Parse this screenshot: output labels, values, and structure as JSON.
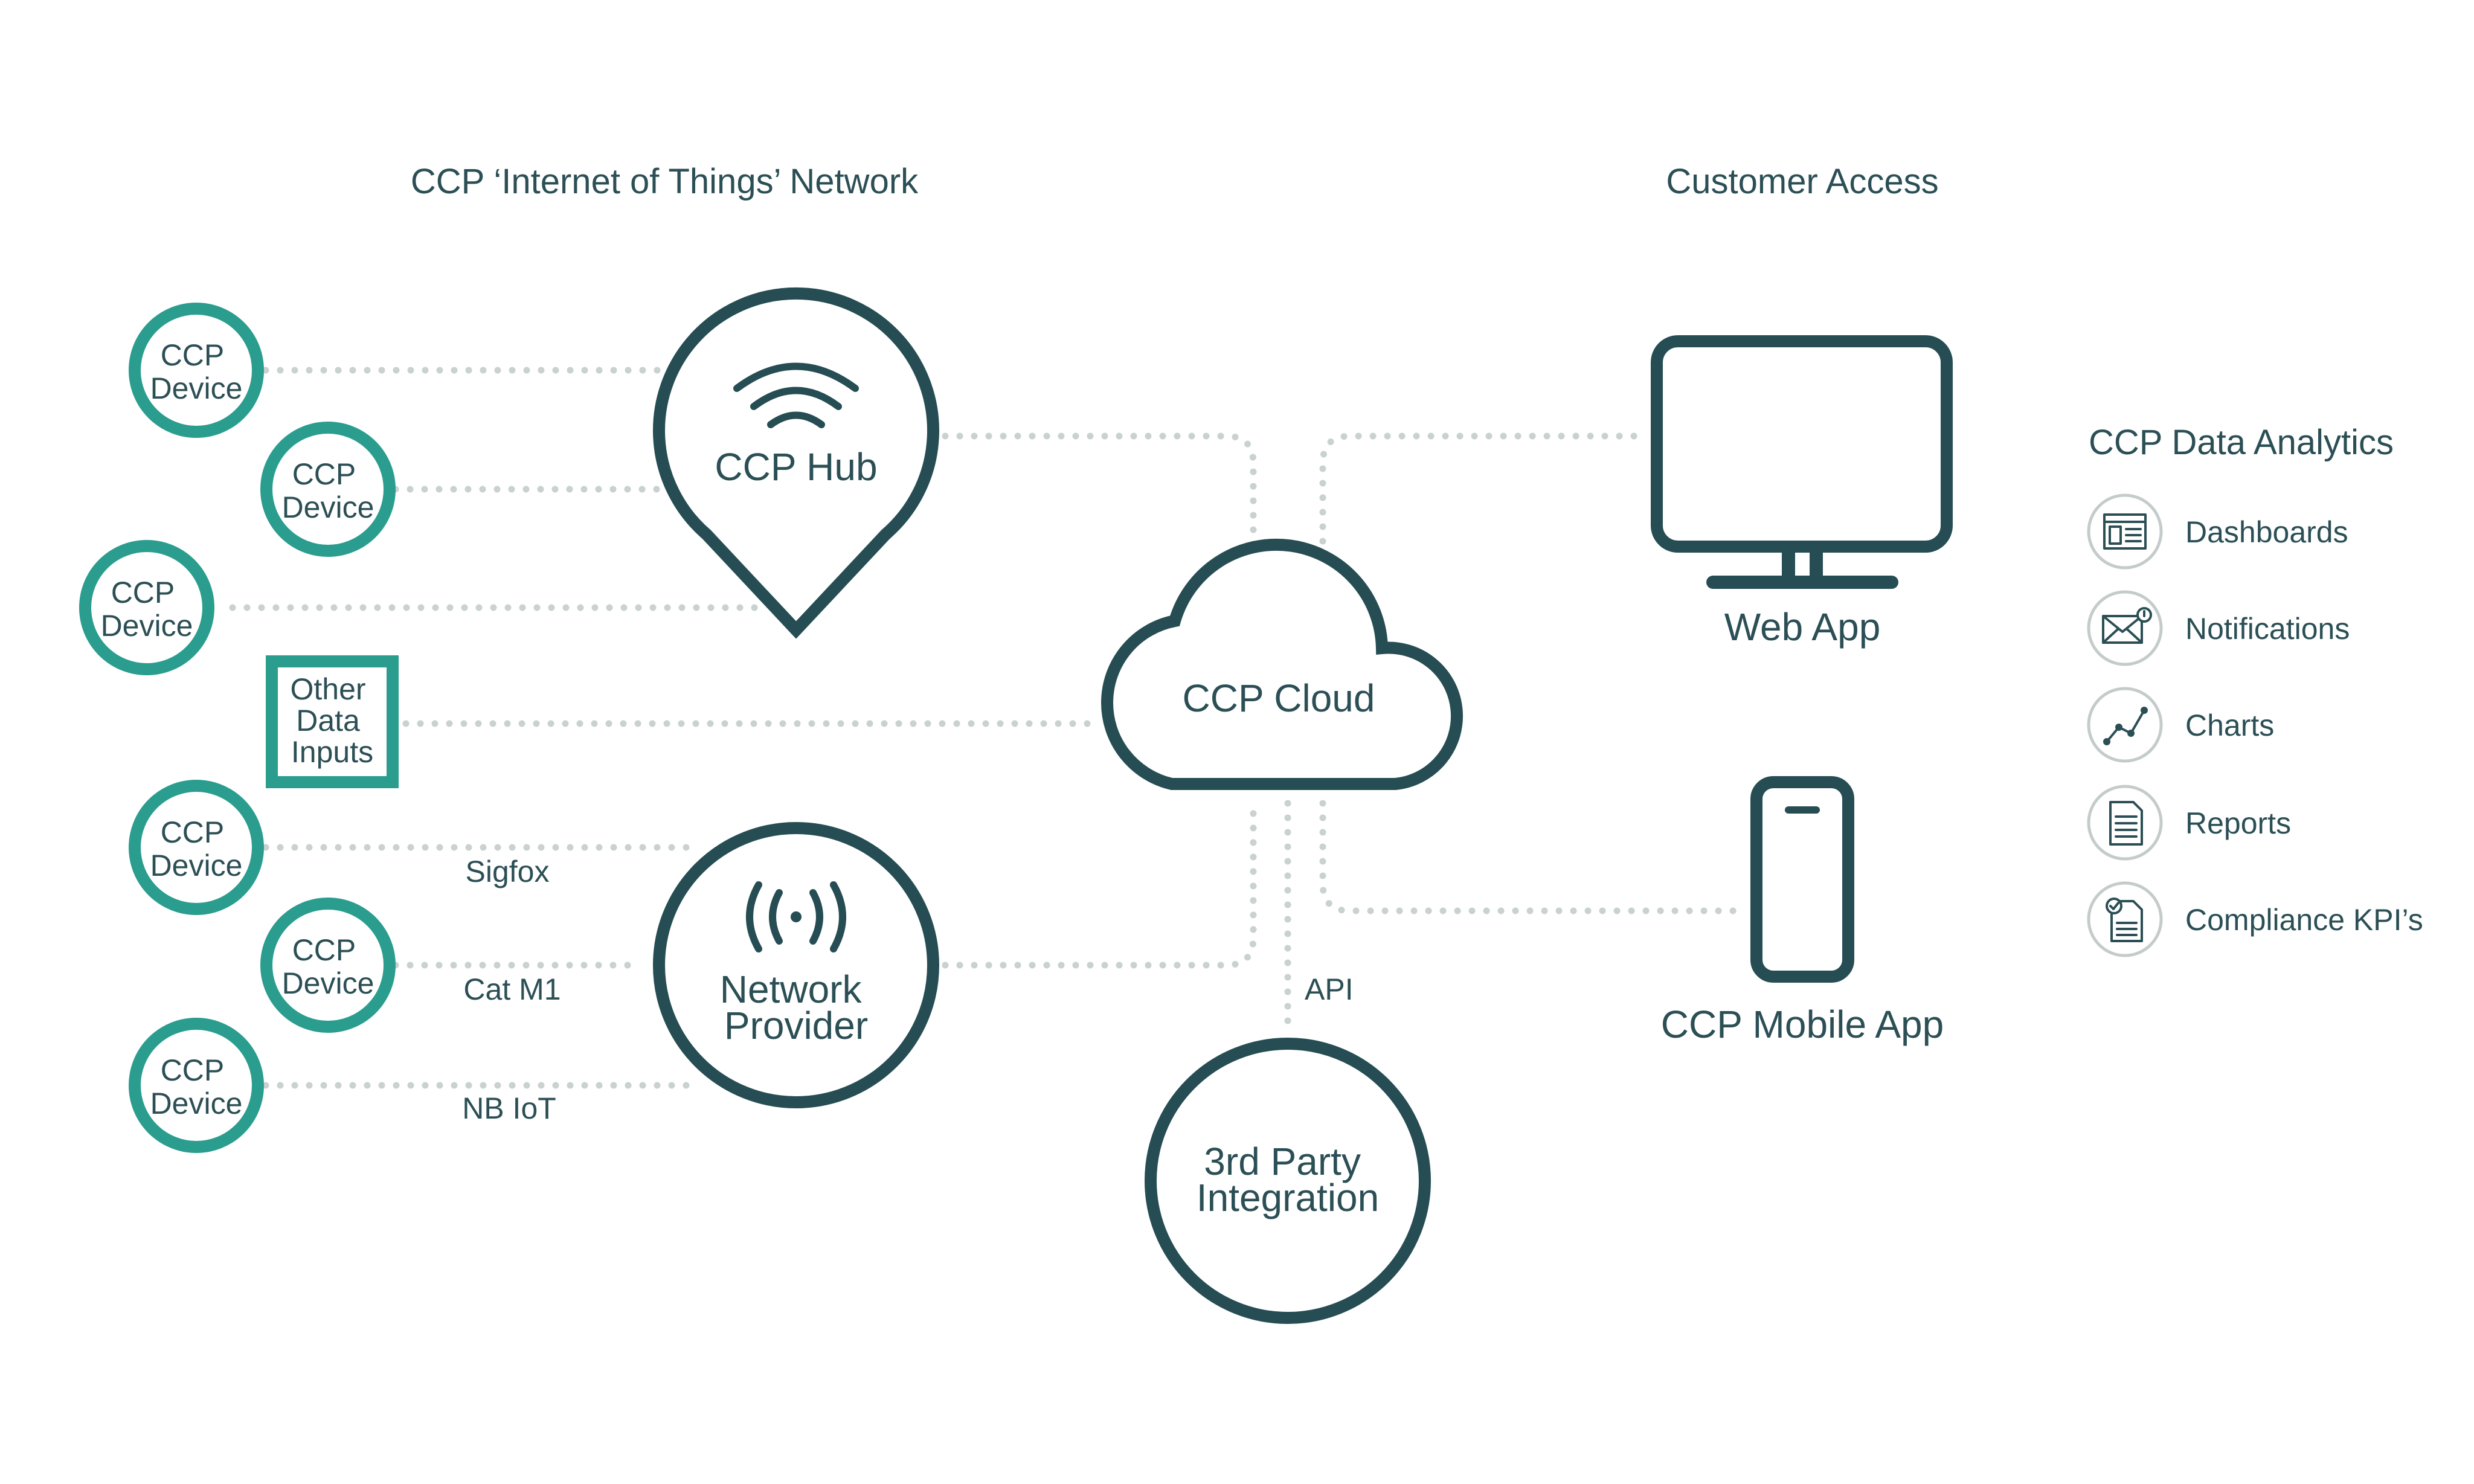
{
  "titles": {
    "network": "CCP ‘Internet of Things’ Network",
    "customer_access": "Customer Access",
    "analytics": "CCP Data Analytics"
  },
  "nodes": {
    "hub": "CCP Hub",
    "cloud": "CCP Cloud",
    "network_provider": [
      "Network",
      "Provider"
    ],
    "third_party": [
      "3rd Party",
      "Integration"
    ],
    "web_app": "Web App",
    "mobile_app": "CCP Mobile App"
  },
  "devices": [
    [
      "CCP",
      "Device"
    ],
    [
      "CCP",
      "Device"
    ],
    [
      "CCP",
      "Device"
    ],
    [
      "CCP",
      "Device"
    ],
    [
      "CCP",
      "Device"
    ],
    [
      "CCP",
      "Device"
    ]
  ],
  "other_inputs": [
    "Other",
    "Data",
    "Inputs"
  ],
  "connection_labels": {
    "sigfox": "Sigfox",
    "cat_m1": "Cat M1",
    "nb_iot": "NB IoT",
    "api": "API"
  },
  "analytics": [
    {
      "label": "Dashboards",
      "icon": "dashboard-icon"
    },
    {
      "label": "Notifications",
      "icon": "envelope-icon"
    },
    {
      "label": "Charts",
      "icon": "line-chart-icon"
    },
    {
      "label": "Reports",
      "icon": "document-icon"
    },
    {
      "label": "Compliance KPI’s",
      "icon": "clipboard-check-icon"
    }
  ],
  "colors": {
    "dark": "#264d53",
    "teal": "#2a9d8f",
    "dotted_line": "#c9d2d1"
  }
}
